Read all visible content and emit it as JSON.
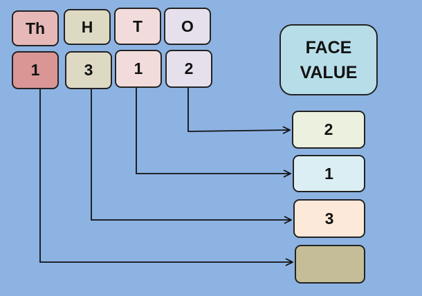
{
  "headers": {
    "thousands": "Th",
    "hundreds": "H",
    "tens": "T",
    "ones": "O"
  },
  "digits": {
    "thousands": "1",
    "hundreds": "3",
    "tens": "1",
    "ones": "2"
  },
  "face_value": {
    "title_line1": "FACE",
    "title_line2": "VALUE",
    "ones": "2",
    "tens": "1",
    "hundreds": "3",
    "thousands": ""
  },
  "colors": {
    "background": "#8db3e2",
    "thousands": "#e6b9b8",
    "hundreds": "#ddd9c3",
    "tens": "#f2dcdb",
    "ones": "#e5e0ec",
    "face_title": "#b7dee8"
  }
}
